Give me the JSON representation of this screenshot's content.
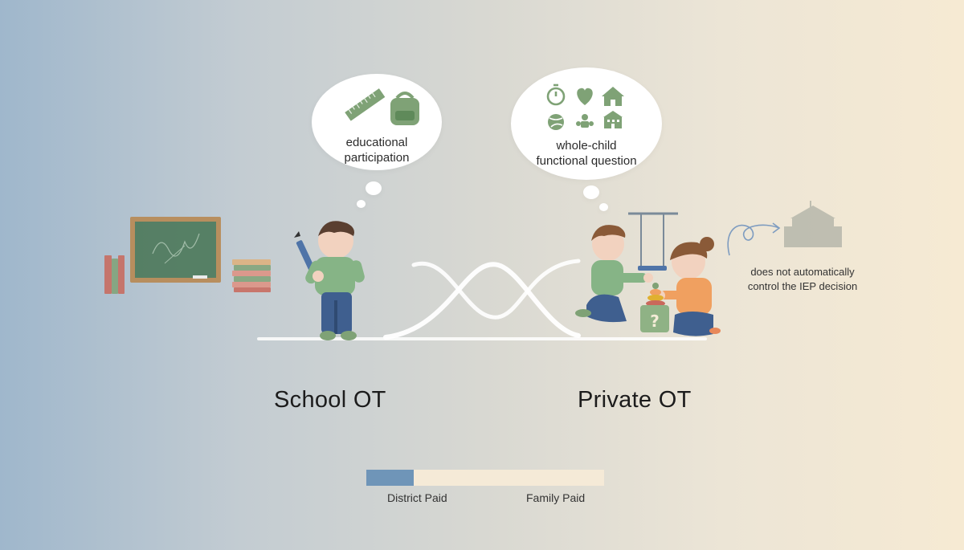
{
  "bubbles": {
    "school": {
      "line1": "educational",
      "line2": "participation"
    },
    "private": {
      "line1": "whole-child",
      "line2": "functional question"
    }
  },
  "labels": {
    "school": "School OT",
    "private": "Private OT"
  },
  "note": {
    "line1": "does not automatically",
    "line2": "control the IEP decision"
  },
  "legend": {
    "district_label": "District Paid",
    "family_label": "Family Paid",
    "district_color": "#6f95b8",
    "family_color": "#f5ead7",
    "district_fraction": 0.2
  },
  "box_mark": "?",
  "icons": {
    "school_bubble": [
      "ruler-icon",
      "backpack-icon"
    ],
    "private_bubble": [
      "timer-icon",
      "heart-icon",
      "home-icon",
      "ball-icon",
      "social-icon",
      "school-building-icon"
    ]
  },
  "colors": {
    "accent_green": "#7fa276",
    "shirt_green": "#86b486",
    "orange": "#f0a060",
    "pants_blue": "#3f5f8f"
  }
}
